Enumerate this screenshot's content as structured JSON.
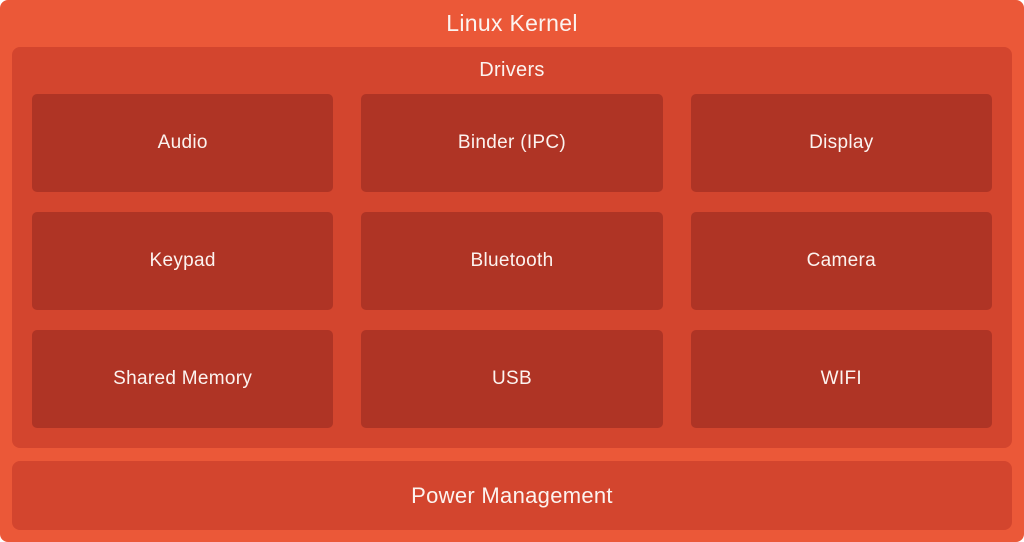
{
  "diagram": {
    "title": "Linux Kernel",
    "drivers": {
      "title": "Drivers",
      "items": [
        "Audio",
        "Binder (IPC)",
        "Display",
        "Keypad",
        "Bluetooth",
        "Camera",
        "Shared Memory",
        "USB",
        "WIFI"
      ]
    },
    "power_management": "Power Management",
    "colors": {
      "background": "#EB5838",
      "panel": "#D3452E",
      "box": "#AF3425",
      "text": "#FCF3EF"
    }
  }
}
